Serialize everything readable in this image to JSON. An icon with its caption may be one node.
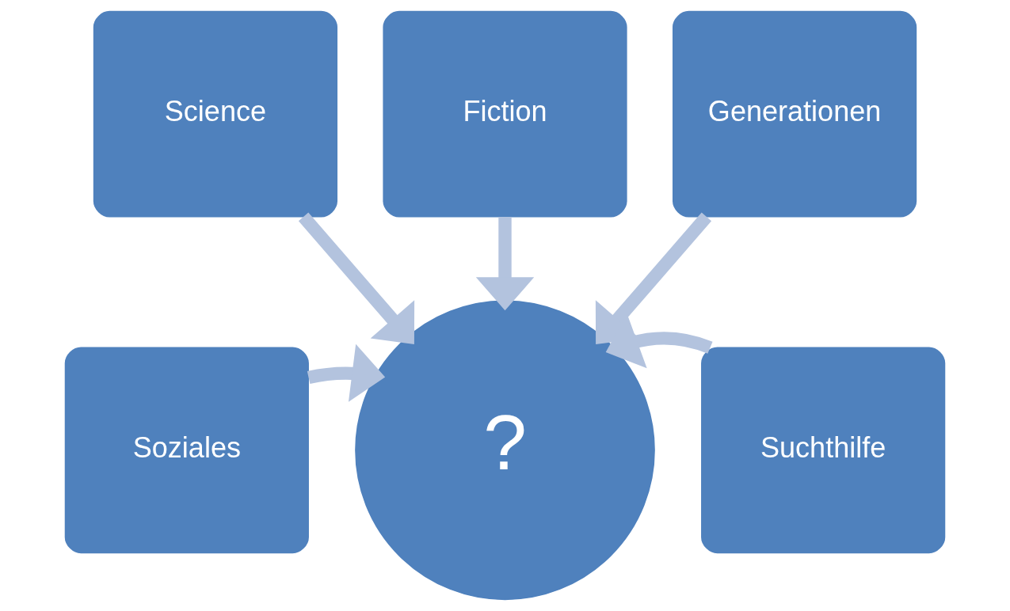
{
  "diagram": {
    "nodes": [
      {
        "text": [
          "Fiction"
        ]
      },
      {
        "text": [
          "Science"
        ]
      },
      {
        "text": [
          "Generationen"
        ]
      },
      {
        "text": [
          "Soziales"
        ]
      },
      {
        "text": [
          "?"
        ]
      },
      {
        "text": [
          "Suchthilfe"
        ]
      }
    ],
    "edges": [
      {
        "from": 1,
        "to": 4,
        "arrow": "to"
      },
      {
        "from": 0,
        "to": 4,
        "arrow": "to"
      },
      {
        "from": 2,
        "to": 4,
        "arrow": "to"
      },
      {
        "from": 3,
        "to": 4,
        "arrow": "to"
      },
      {
        "from": 5,
        "to": 4,
        "arrow": "to"
      }
    ]
  }
}
